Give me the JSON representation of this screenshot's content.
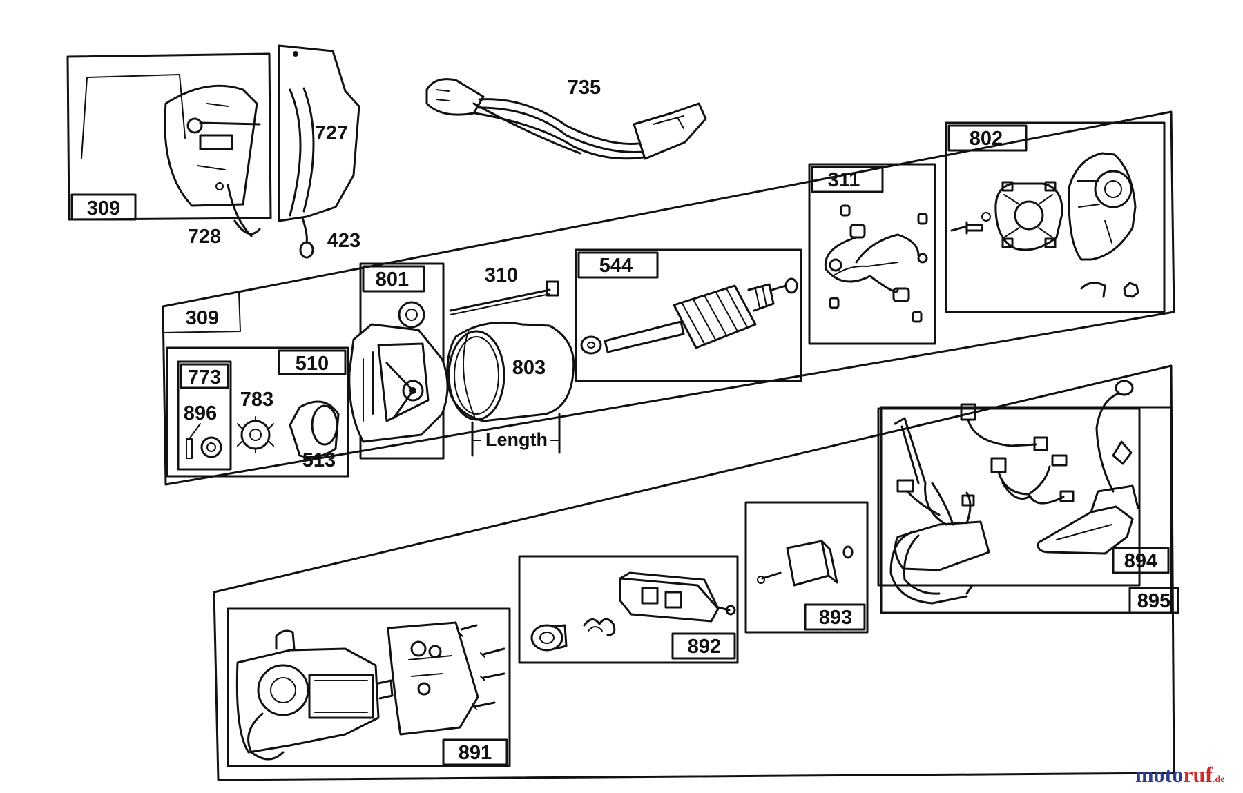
{
  "labels": {
    "p309_top": "309",
    "p727": "727",
    "p728": "728",
    "p423": "423",
    "p735": "735",
    "p802": "802",
    "p311": "311",
    "p801": "801",
    "p310": "310",
    "p544": "544",
    "p309_mid": "309",
    "p510": "510",
    "p773": "773",
    "p896": "896",
    "p783": "783",
    "p513": "513",
    "p803": "803",
    "length": "Length",
    "p894": "894",
    "p895": "895",
    "p893": "893",
    "p892": "892",
    "p891": "891"
  },
  "watermark": {
    "part1": "moto",
    "part2": "ruf",
    "part3": ".de"
  }
}
